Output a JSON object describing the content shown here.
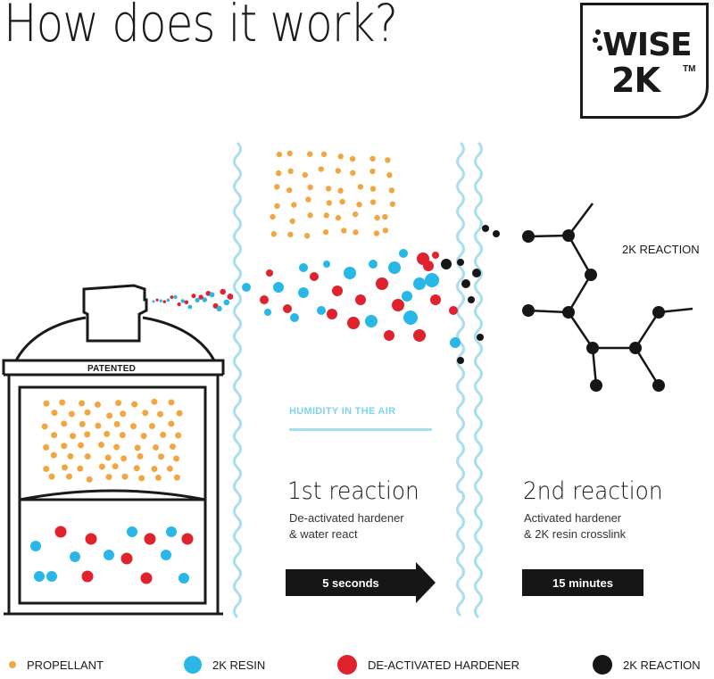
{
  "title": "How does it work?",
  "logo": {
    "line1": "WISE",
    "line2": "2K",
    "tm": "TM"
  },
  "can": {
    "label": "PATENTED"
  },
  "humidity": {
    "label": "HUMIDITY IN THE AIR"
  },
  "steps": [
    {
      "title": "1st reaction",
      "desc1": "De-activated hardener",
      "desc2": "& water react",
      "time": "5 seconds"
    },
    {
      "title": "2nd reaction",
      "desc1": "Activated hardener",
      "desc2": "& 2K resin crosslink",
      "time": "15 minutes"
    }
  ],
  "reaction_label": "2K REACTION",
  "colors": {
    "propellant": "#f0a742",
    "resin": "#28b7e6",
    "hardener": "#e0222d",
    "reaction": "#161616",
    "humidity": "#a8def0"
  },
  "legend": [
    {
      "label": "PROPELLANT",
      "color": "#f0a742"
    },
    {
      "label": "2K RESIN",
      "color": "#28b7e6"
    },
    {
      "label": "DE-ACTIVATED HARDENER",
      "color": "#e0222d"
    },
    {
      "label": "2K REACTION",
      "color": "#161616"
    }
  ]
}
